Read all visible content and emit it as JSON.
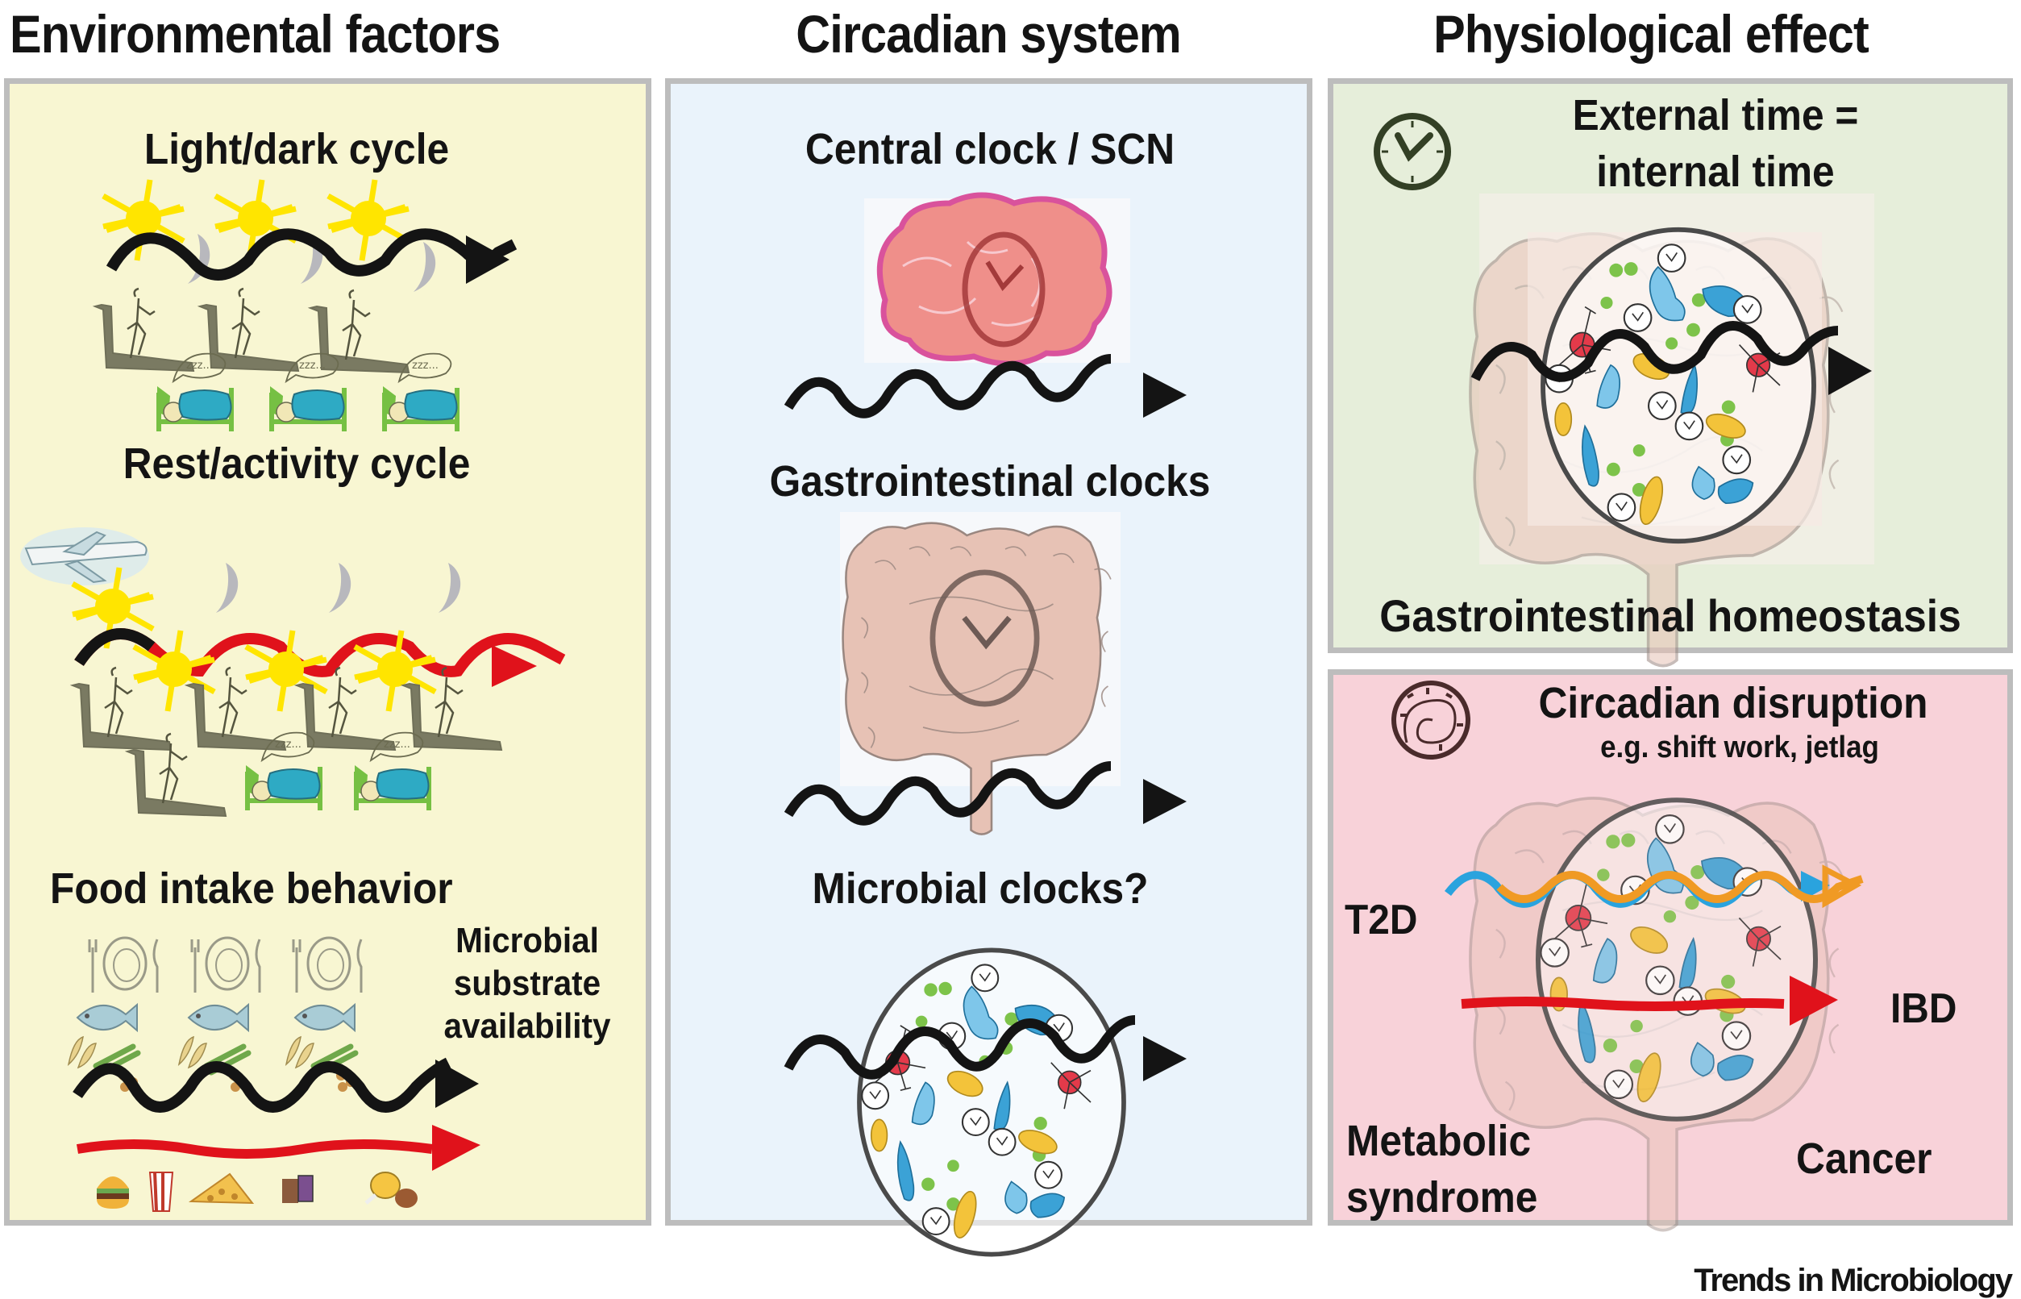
{
  "columns": {
    "environmental": {
      "title": "Environmental factors",
      "background": "#f8f6d2",
      "sections": {
        "light_dark": "Light/dark cycle",
        "rest_activity": "Rest/activity cycle",
        "food": "Food intake behavior"
      },
      "substrate_label": [
        "Microbial",
        "substrate",
        "availability"
      ]
    },
    "circadian": {
      "title": "Circadian system",
      "background": "#eaf3fb",
      "sections": {
        "central": "Central clock / SCN",
        "gastro": "Gastrointestinal clocks",
        "microbial": "Microbial clocks?"
      }
    },
    "physiological": {
      "title": "Physiological effect",
      "healthy": {
        "background": "#e6eeda",
        "title_lines": [
          "External time =",
          "internal time"
        ],
        "outcome": "Gastrointestinal homeostasis"
      },
      "disrupted": {
        "background": "#f8d2d9",
        "title": "Circadian disruption",
        "subtitle": "e.g. shift work, jetlag",
        "diseases": {
          "t2d": "T2D",
          "ibd": "IBD",
          "metabolic": [
            "Metabolic",
            "syndrome"
          ],
          "cancer": "Cancer"
        }
      }
    }
  },
  "colors": {
    "rhythm_normal": "#141414",
    "rhythm_disrupted": "#e0121b",
    "t2d_blue": "#2aa3de",
    "t2d_orange": "#f09a24",
    "sun": "#ffe500",
    "moon": "#b8b8bd"
  },
  "footer": "Trends in Microbiology"
}
